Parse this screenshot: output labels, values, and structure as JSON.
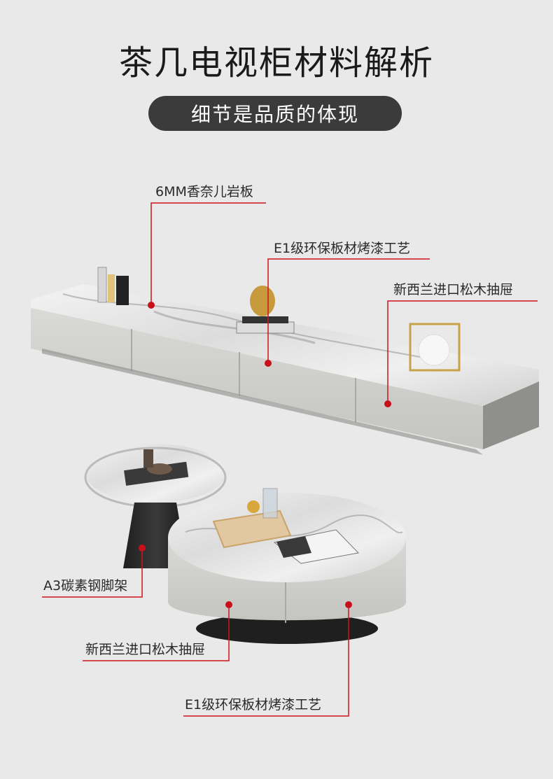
{
  "header": {
    "title": "茶几电视柜材料解析",
    "subtitle": "细节是品质的体现"
  },
  "callouts": {
    "tv_top": "6MM香奈儿岩板",
    "tv_panel": "E1级环保板材烤漆工艺",
    "tv_drawer": "新西兰进口松木抽屉",
    "table_leg": "A3碳素钢脚架",
    "table_drawer": "新西兰进口松木抽屉",
    "table_panel": "E1级环保板材烤漆工艺"
  },
  "colors": {
    "background": "#e9e9e9",
    "pill": "#3b3b3b",
    "accent_line": "#d0121b",
    "marker_dot": "#c8101a"
  }
}
